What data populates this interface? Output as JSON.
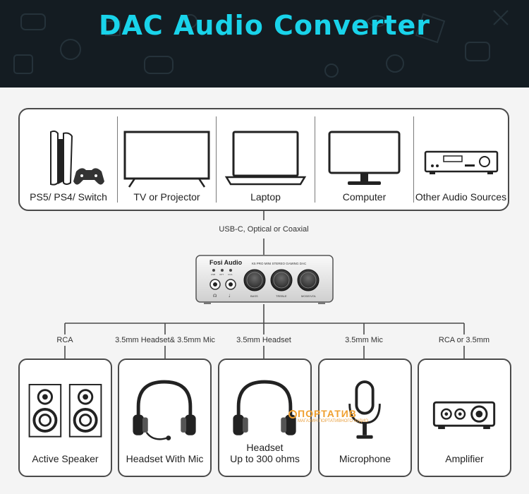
{
  "header": {
    "title": "DAC Audio Converter"
  },
  "sources": {
    "items": [
      {
        "label": "PS5/ PS4/ Switch",
        "icon": "game-console-icon"
      },
      {
        "label": "TV or Projector",
        "icon": "tv-icon"
      },
      {
        "label": "Laptop",
        "icon": "laptop-icon"
      },
      {
        "label": "Computer",
        "icon": "monitor-icon"
      },
      {
        "label": "Other Audio Sources",
        "icon": "audio-receiver-icon"
      }
    ]
  },
  "input_connection": "USB-C, Optical or Coaxial",
  "device": {
    "brand": "Fosi Audio",
    "model": "K5 PRO MINI STEREO GAMING DAC",
    "port_labels": [
      "USB",
      "OPT",
      "COA"
    ],
    "knob_labels": [
      "BASS",
      "TREBLE",
      "MODE/VOL"
    ]
  },
  "outputs": {
    "items": [
      {
        "connection": "RCA",
        "label_lines": [
          "Active Speaker"
        ],
        "icon": "speaker-icon"
      },
      {
        "connection": "3.5mm Headset& 3.5mm Mic",
        "label_lines": [
          "Headset With Mic"
        ],
        "icon": "headset-mic-icon"
      },
      {
        "connection": "3.5mm Headset",
        "label_lines": [
          "Headset",
          "Up to 300 ohms"
        ],
        "icon": "headphones-icon"
      },
      {
        "connection": "3.5mm Mic",
        "label_lines": [
          "Microphone"
        ],
        "icon": "microphone-icon"
      },
      {
        "connection": "RCA or 3.5mm",
        "label_lines": [
          "Amplifier"
        ],
        "icon": "amplifier-icon"
      }
    ]
  },
  "watermark": {
    "main": "ПОРТАТИВ",
    "sub": "МАГАЗИН ПОРТАТИВНОГО АУДИО"
  },
  "colors": {
    "banner_bg": "#141c22",
    "title": "#19d3ea",
    "line": "#4a4a4a",
    "watermark": "#f0a030"
  }
}
